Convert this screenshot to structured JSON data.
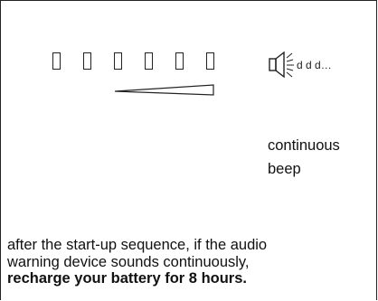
{
  "diagram": {
    "indicator_count": 6,
    "indicator_states": [
      "off",
      "off",
      "off",
      "off",
      "off",
      "off"
    ],
    "sound_text": "d d d…",
    "caption_lines": [
      "continuous",
      "beep"
    ],
    "instruction_lines": [
      "after the start-up sequence, if the audio",
      "warning device sounds continuously,"
    ],
    "instruction_emphasis": "recharge your battery for 8 hours."
  }
}
